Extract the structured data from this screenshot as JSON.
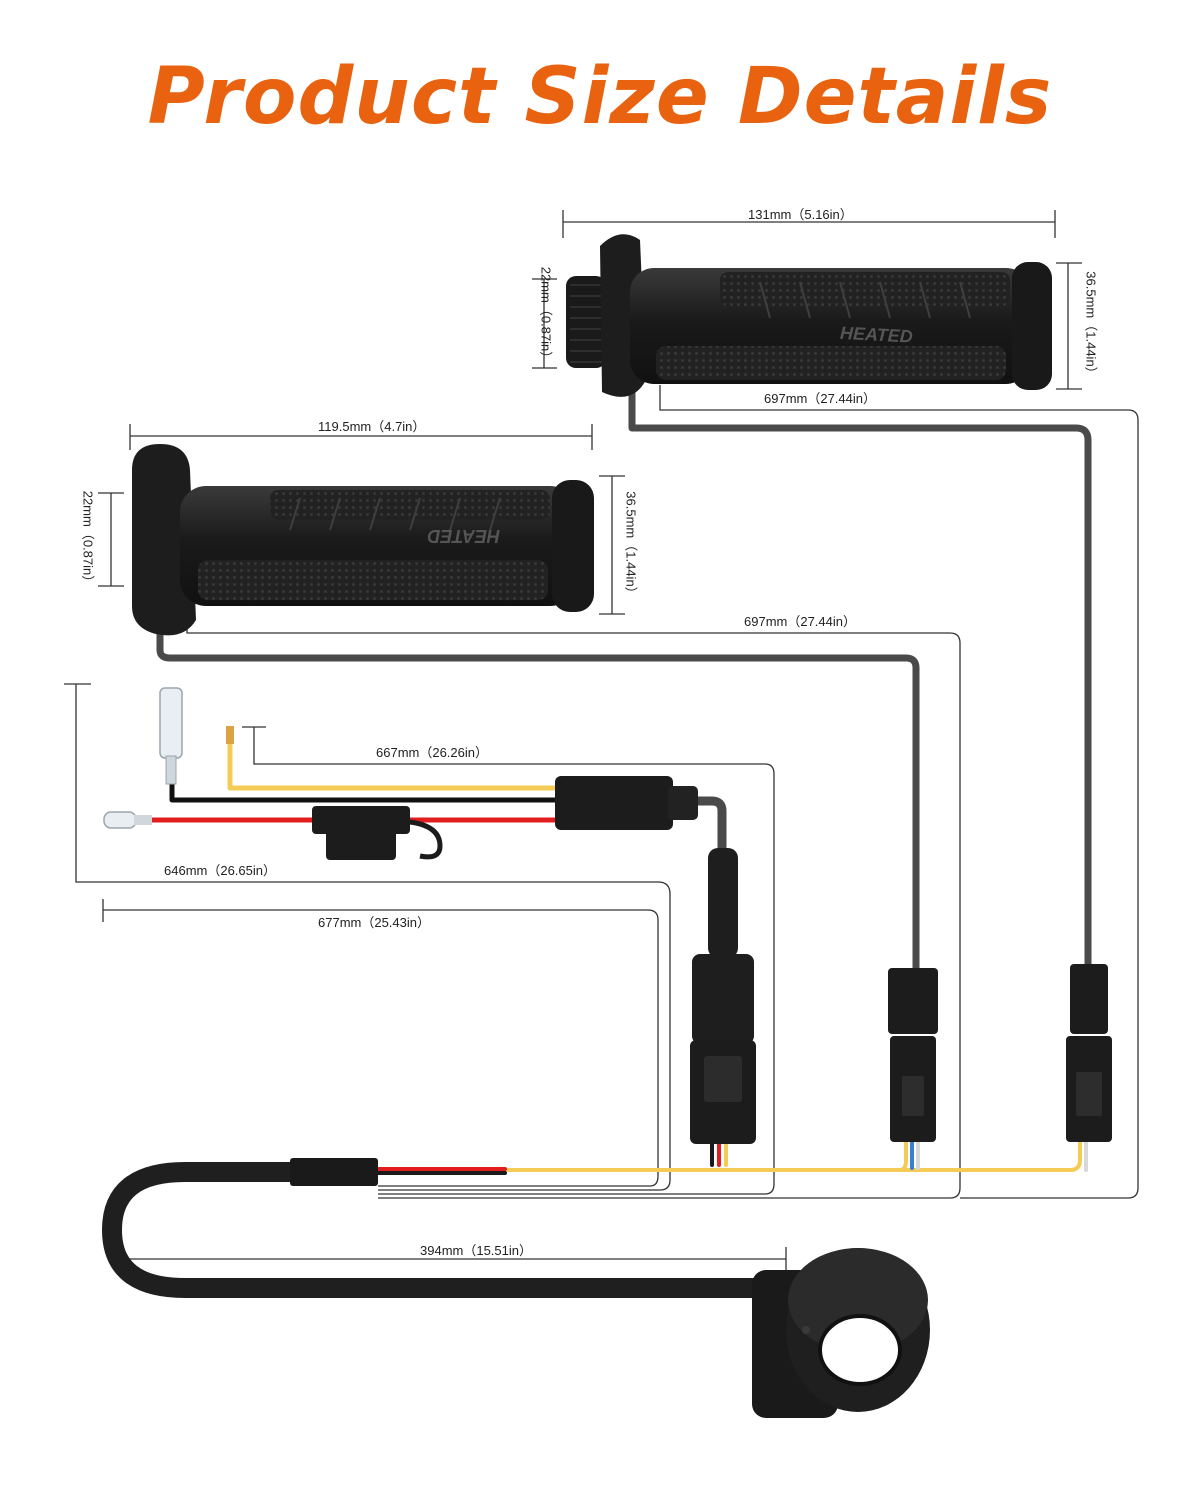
{
  "title": "Product Size Details",
  "colors": {
    "title": "#e8620f",
    "grip": "#1c1c1c",
    "cable": "#2b2b2b",
    "dimension_line": "#333333",
    "yellow_wire": "#f4cc55",
    "red_wire": "#e21d1d",
    "blue_wire": "#3b7fd4",
    "white_wire": "#d8d8d8"
  },
  "grips": [
    {
      "label": "HEATED",
      "length": "131mm（5.16in）",
      "inner_diameter": "22mm（0.87in）",
      "outer_diameter": "36.5mm（1.44in）",
      "cable_length": "697mm（27.44in）"
    },
    {
      "label": "HEATED",
      "length": "119.5mm（4.7in）",
      "inner_diameter": "22mm（0.87in）",
      "outer_diameter": "36.5mm（1.44in）",
      "cable_length": "697mm（27.44in）"
    }
  ],
  "harness": {
    "yellow_lead_length": "667mm（26.26in）",
    "black_lead_length": "646mm（26.65in）",
    "red_lead_length": "677mm（25.43in）",
    "switch_cable_length": "394mm（15.51in）"
  },
  "icons": [
    "fuse-holder-icon",
    "connector-icon",
    "spade-terminal-icon",
    "handlebar-switch-icon"
  ]
}
